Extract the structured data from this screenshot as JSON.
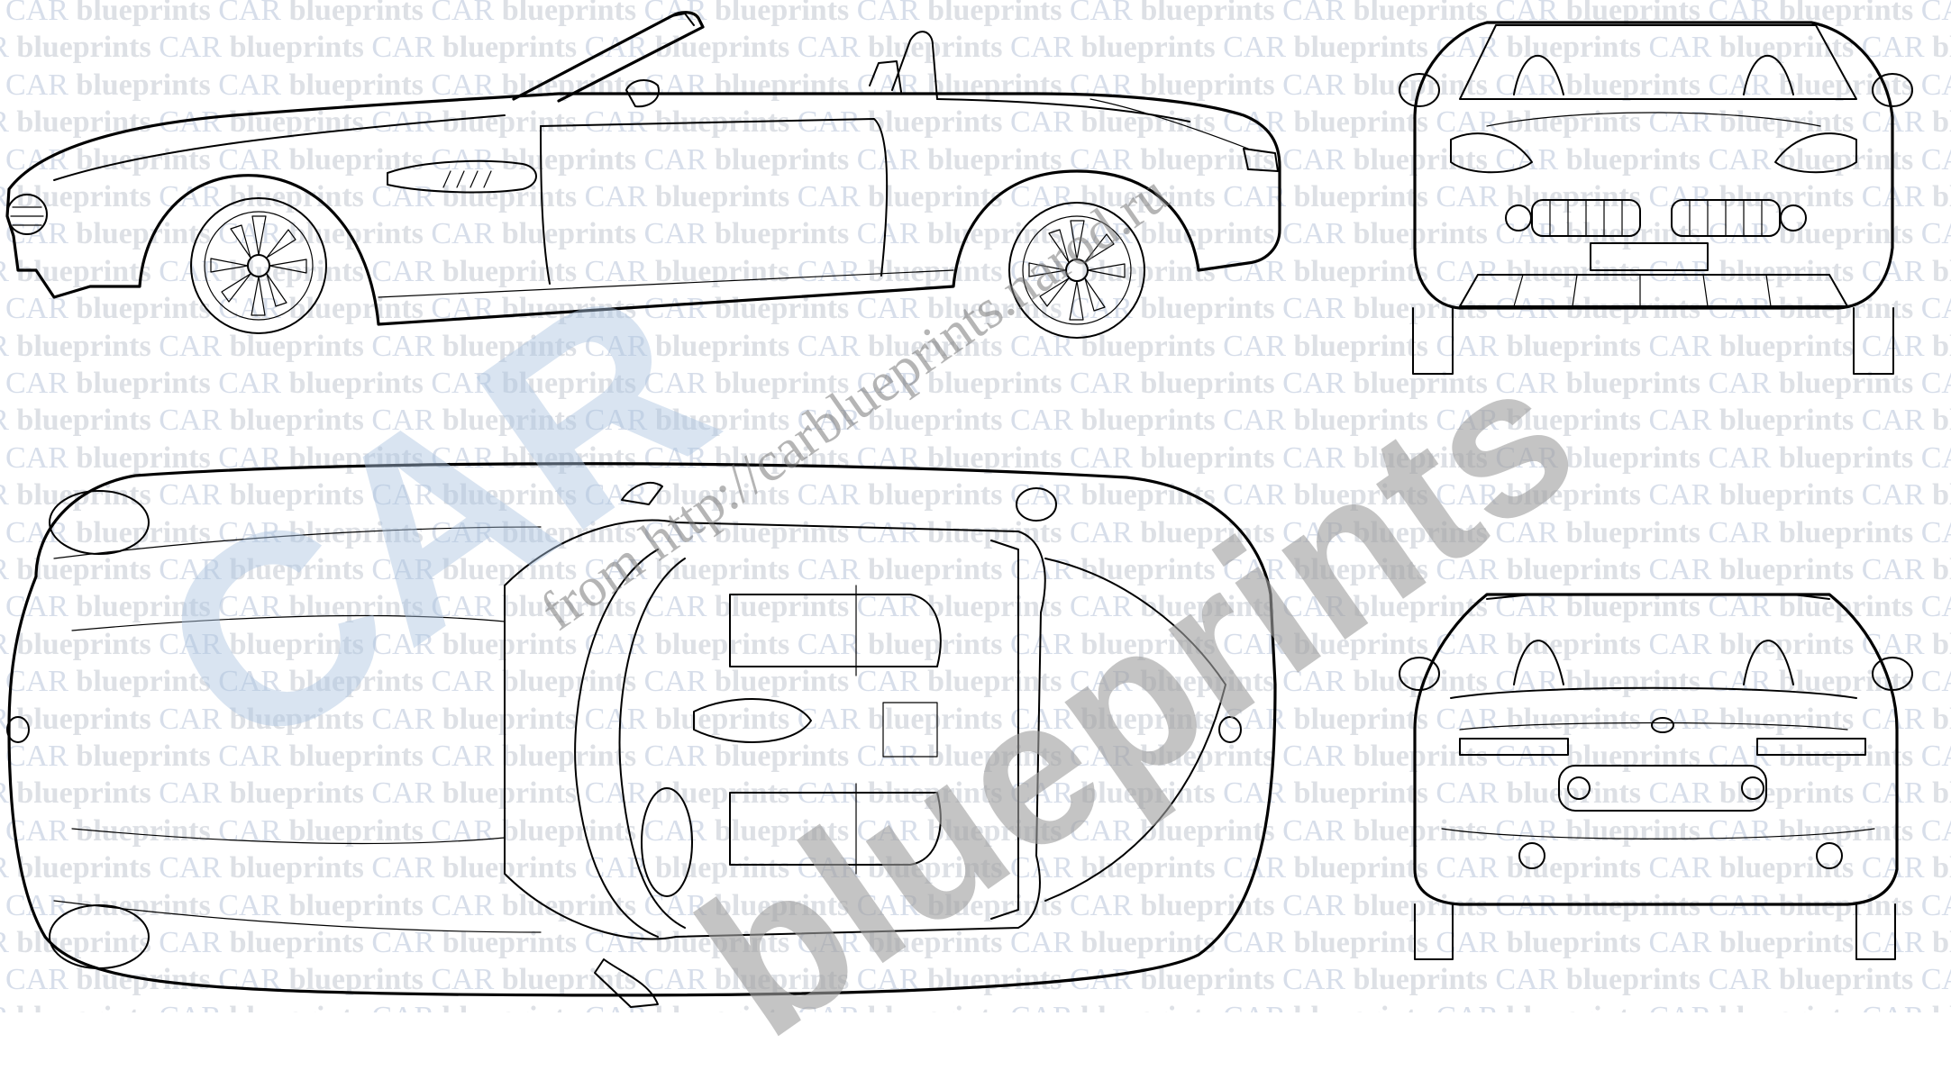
{
  "watermark": {
    "brand_word": "CAR",
    "product_word": "blueprints",
    "pattern_word_a": "CAR",
    "pattern_word_b": "blueprints"
  },
  "source_url": "from http://carblueprints.narod.ru",
  "views": [
    "side-view",
    "front-view",
    "top-view",
    "rear-view"
  ]
}
